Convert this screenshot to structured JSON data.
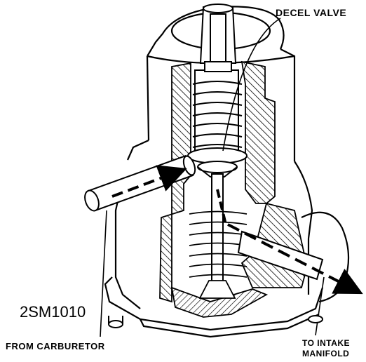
{
  "labels": {
    "decel_valve": "DECEL VALVE",
    "figure_id": "2SM1010",
    "from_carburetor": "FROM CARBURETOR",
    "to_intake_line1": "TO INTAKE",
    "to_intake_line2": "MANIFOLD"
  },
  "colors": {
    "ink": "#000000",
    "paper": "#ffffff"
  }
}
